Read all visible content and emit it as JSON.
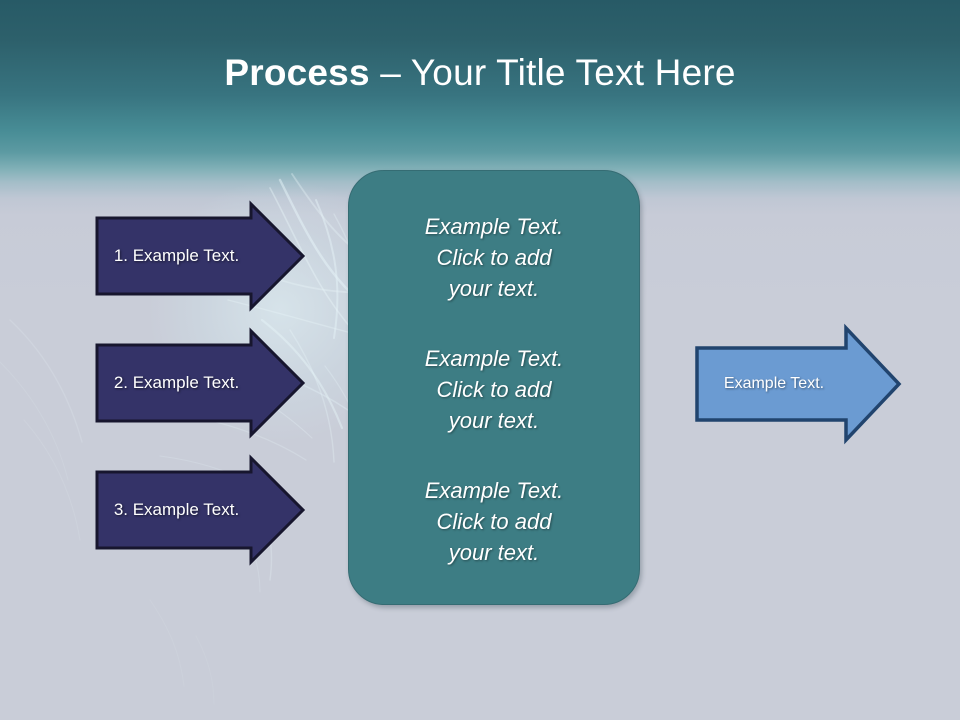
{
  "slide": {
    "title": {
      "strong": "Process",
      "rest": " – Your Title Text Here"
    },
    "colors": {
      "background_top": "#275a66",
      "background_mid": "#478c95",
      "background_bottom": "#c9cdd8",
      "center_box_fill": "#3d7d84",
      "center_box_border": "#356c73",
      "left_arrow_fill": "#343368",
      "left_arrow_border": "#17162e",
      "right_arrow_fill": "#6b9bd2",
      "right_arrow_border": "#21446e",
      "text_on_shape": "#ffffff"
    },
    "left_arrows": [
      {
        "label": "1. Example Text."
      },
      {
        "label": "2. Example Text."
      },
      {
        "label": "3. Example Text."
      }
    ],
    "center_box": {
      "paragraphs": [
        "Example Text.\nClick  to add\nyour text.",
        "Example Text.\nClick  to add\nyour text.",
        "Example Text.\nClick  to add\nyour text."
      ]
    },
    "right_arrow": {
      "label": "Example Text."
    }
  }
}
